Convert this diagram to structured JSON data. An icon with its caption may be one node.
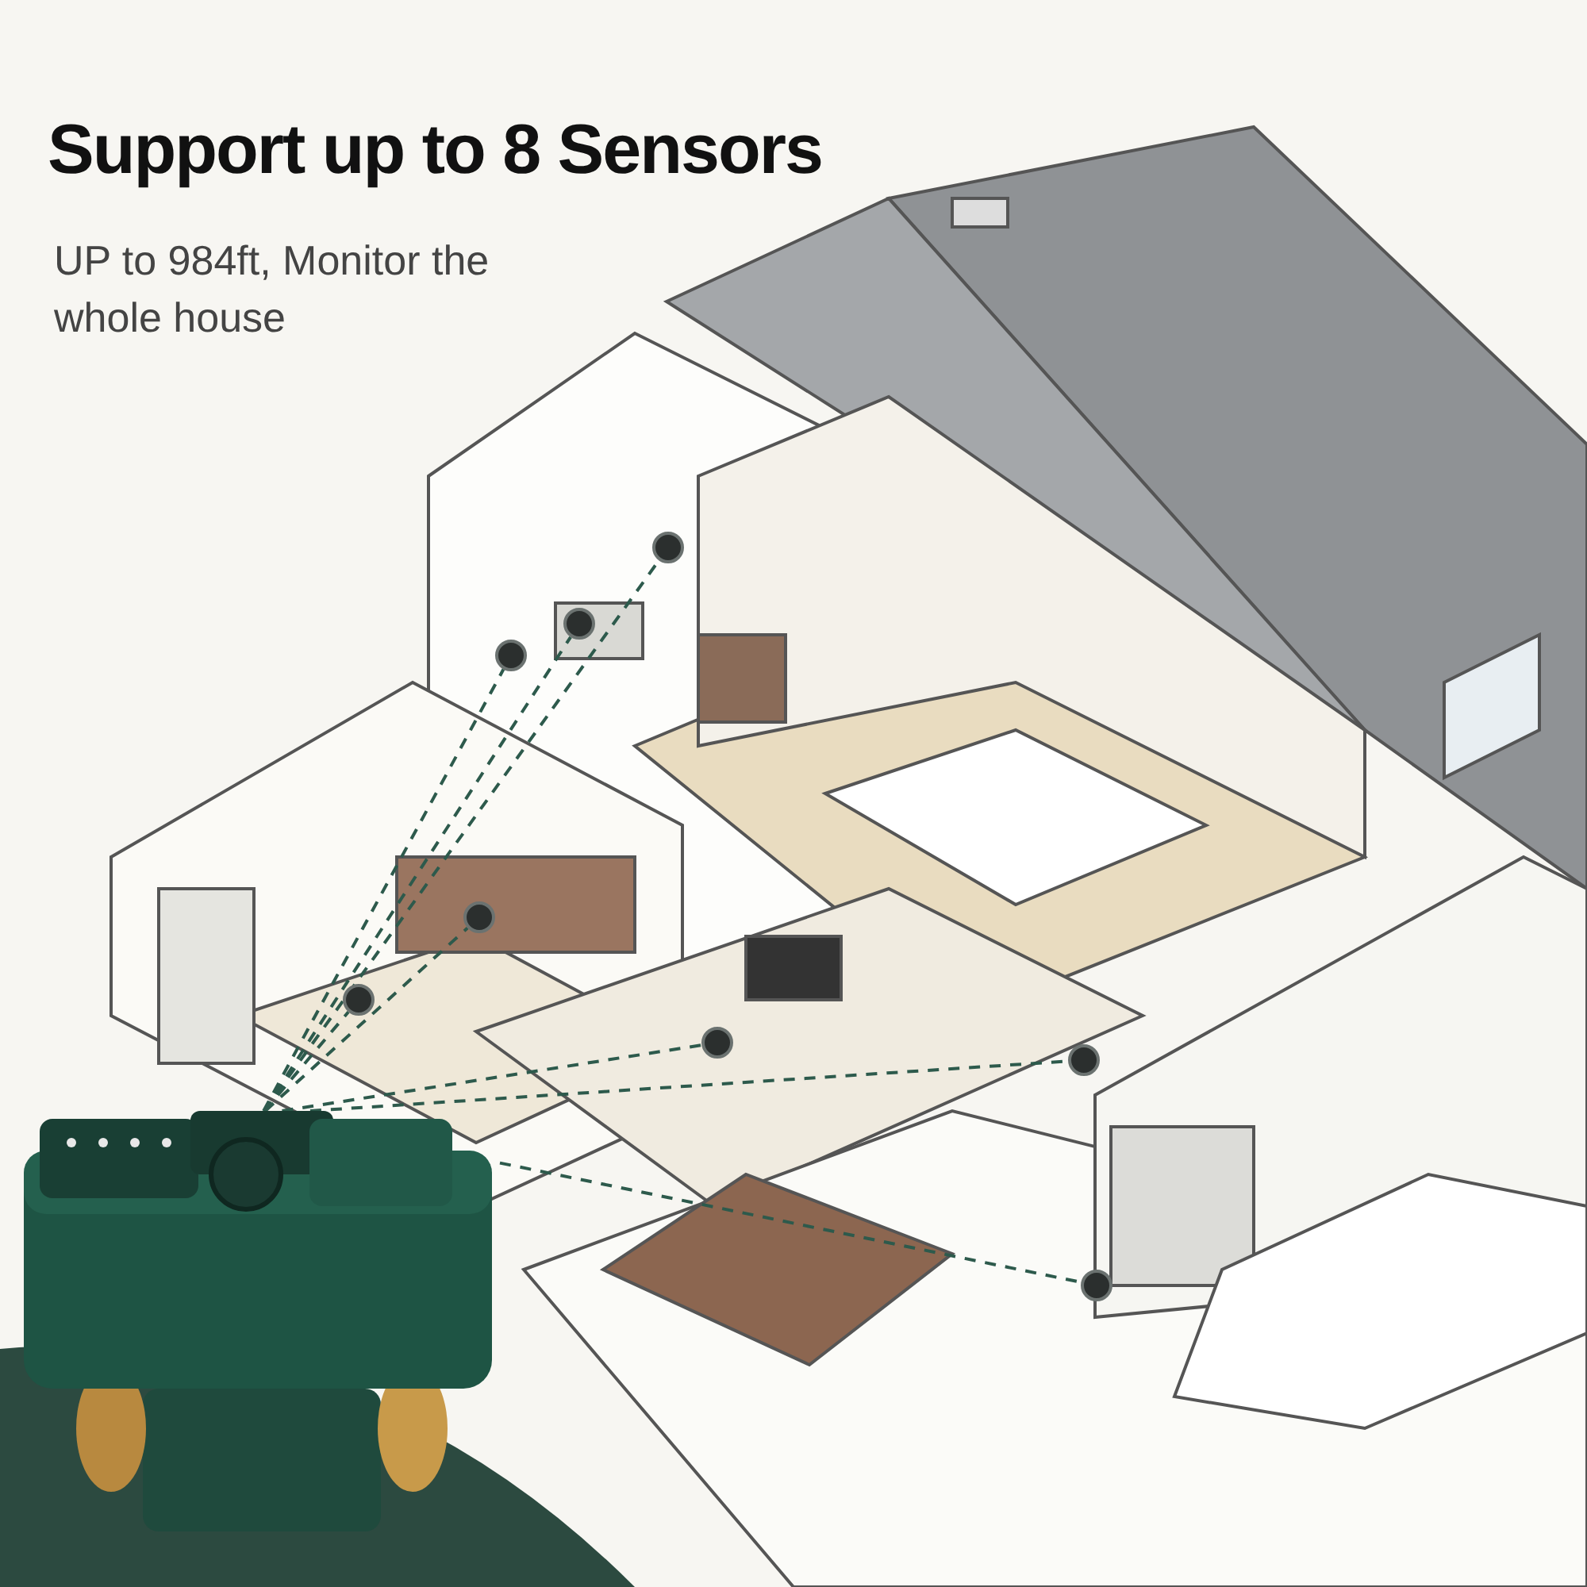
{
  "diagram": {
    "title": "Support up to 8 Sensors",
    "nodes": [
      {
        "text": [],
        "shape": "picture"
      },
      {
        "text": [],
        "shape": "circle"
      },
      {
        "text": [],
        "shape": "circle"
      },
      {
        "text": [],
        "shape": "circle"
      },
      {
        "text": [],
        "shape": "circle"
      },
      {
        "text": [],
        "shape": "circle"
      },
      {
        "text": [],
        "shape": "circle"
      },
      {
        "text": [],
        "shape": "circle"
      },
      {
        "text": [],
        "shape": "circle"
      }
    ],
    "edges": [
      {
        "from": 0,
        "to": 1,
        "arrow": "none",
        "style": "dashed"
      },
      {
        "from": 0,
        "to": 2,
        "arrow": "none",
        "style": "dashed"
      },
      {
        "from": 0,
        "to": 3,
        "arrow": "none",
        "style": "dashed"
      },
      {
        "from": 0,
        "to": 4,
        "arrow": "none",
        "style": "dashed"
      },
      {
        "from": 0,
        "to": 5,
        "arrow": "none",
        "style": "dashed"
      },
      {
        "from": 0,
        "to": 6,
        "arrow": "none",
        "style": "dashed"
      },
      {
        "from": 0,
        "to": 7,
        "arrow": "none",
        "style": "dashed"
      },
      {
        "from": 0,
        "to": 8,
        "arrow": "none",
        "style": "dashed"
      }
    ],
    "labels": [
      "UP to 984ft, Monitor the whole house"
    ]
  }
}
